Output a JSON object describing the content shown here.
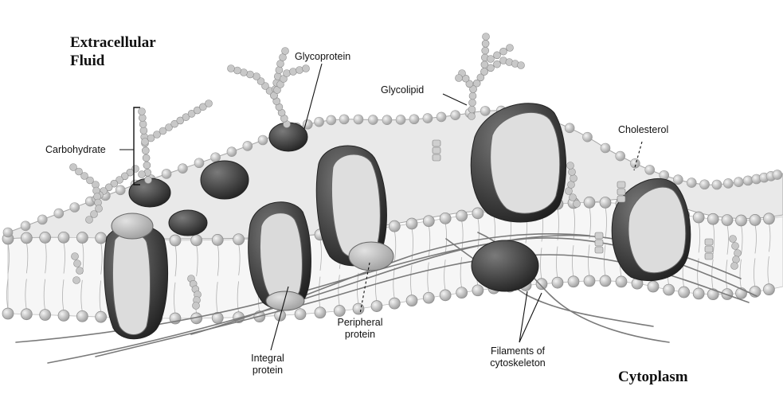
{
  "regions": {
    "extracellular_line1": "Extracellular",
    "extracellular_line2": "Fluid",
    "cytoplasm": "Cytoplasm"
  },
  "labels": {
    "glycoprotein": "Glycoprotein",
    "glycolipid": "Glycolipid",
    "carbohydrate": "Carbohydrate",
    "cholesterol": "Cholesterol",
    "integral_line1": "Integral",
    "integral_line2": "protein",
    "peripheral_line1": "Peripheral",
    "peripheral_line2": "protein",
    "filaments_line1": "Filaments of",
    "filaments_line2": "cytoskeleton"
  },
  "colors": {
    "background": "#ffffff",
    "head": "#d4d4d4",
    "head_stroke": "#8a8a8a",
    "protein_dark": "#3a3a3a",
    "protein_light": "#d8d8d8",
    "carb": "#c8c8c8",
    "filament": "#7a7a7a"
  }
}
